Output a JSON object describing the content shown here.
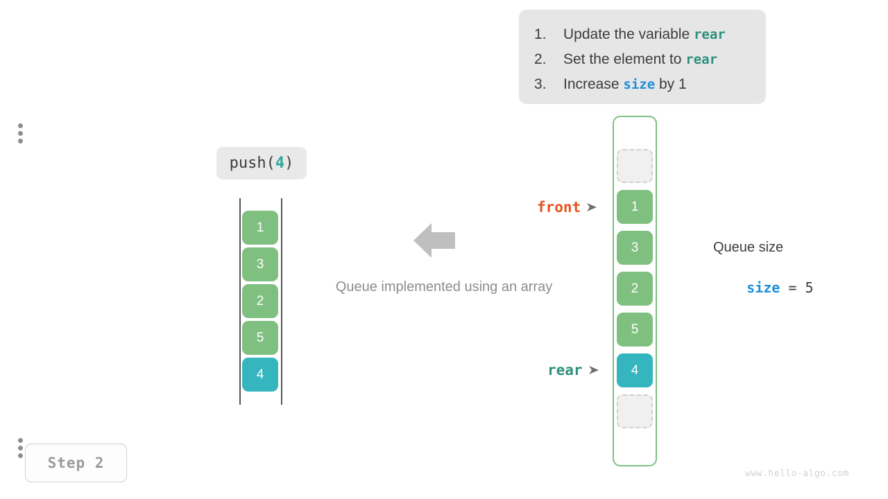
{
  "instructions": {
    "items": [
      {
        "num": "1.",
        "pre": "Update the variable ",
        "code": "rear",
        "code_color": "teal",
        "post": ""
      },
      {
        "num": "2.",
        "pre": "Set the element to ",
        "code": "rear",
        "code_color": "teal",
        "post": ""
      },
      {
        "num": "3.",
        "pre": "Increase ",
        "code": "size",
        "code_color": "blue",
        "post": " by 1"
      }
    ]
  },
  "operation": {
    "label_prefix": "push(",
    "label_arg": "4",
    "label_suffix": ")"
  },
  "left_array": {
    "cells": [
      {
        "value": "1",
        "color": "green"
      },
      {
        "value": "3",
        "color": "green"
      },
      {
        "value": "2",
        "color": "green"
      },
      {
        "value": "5",
        "color": "green"
      },
      {
        "value": "4",
        "color": "teal"
      }
    ]
  },
  "center": {
    "caption": "Queue implemented using an array",
    "arrow_direction": "left"
  },
  "queue": {
    "cells": [
      {
        "value": "",
        "color": "empty"
      },
      {
        "value": "1",
        "color": "green"
      },
      {
        "value": "3",
        "color": "green"
      },
      {
        "value": "2",
        "color": "green"
      },
      {
        "value": "5",
        "color": "green"
      },
      {
        "value": "4",
        "color": "teal"
      },
      {
        "value": "",
        "color": "empty"
      }
    ],
    "pointers": {
      "front": "front",
      "rear": "rear",
      "arrow_glyph": "➤"
    }
  },
  "size_info": {
    "title": "Queue size",
    "var_name": "size",
    "operator": " = ",
    "value": "5"
  },
  "step_badge": {
    "label": "Step 2"
  },
  "watermark": {
    "text": "www.hello-algo.com"
  },
  "colors": {
    "green": "#7fc081",
    "teal": "#35b5bd",
    "rear_text": "#2e8f7d",
    "front_text": "#e8541e",
    "size_text": "#1f8fd8",
    "panel_bg": "#e6e6e6",
    "caption_gray": "#8c8c8c"
  }
}
